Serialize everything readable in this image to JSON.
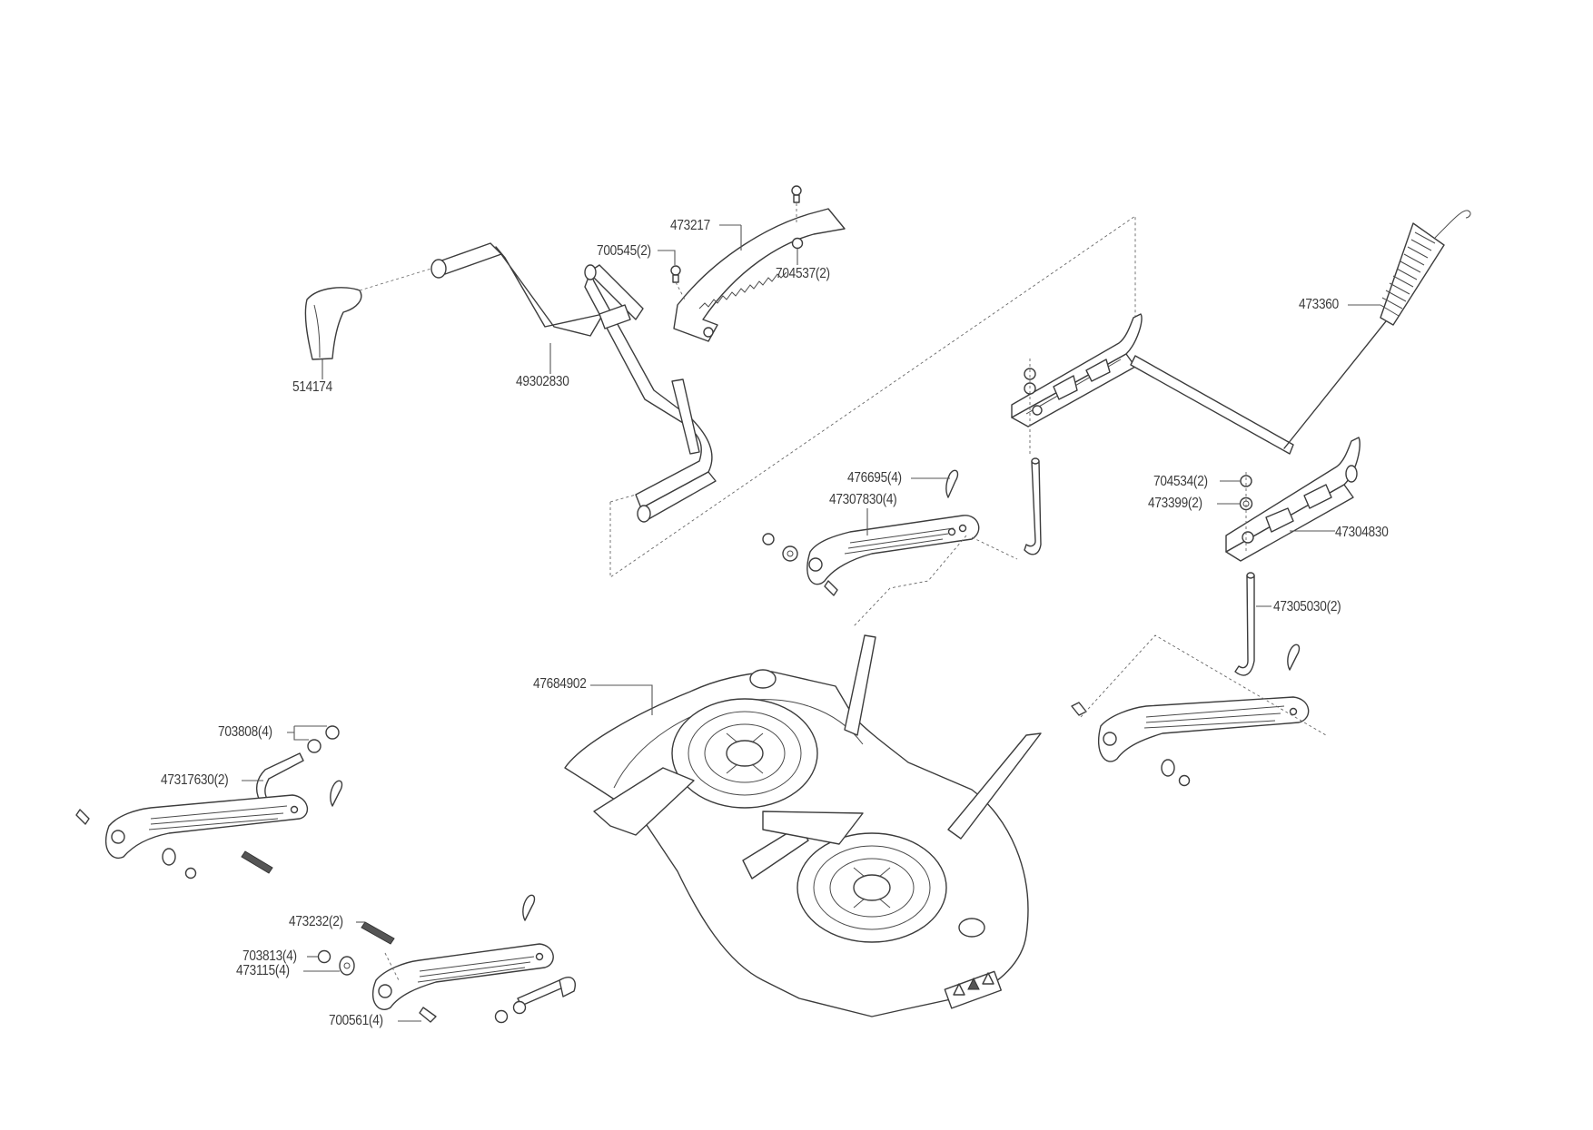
{
  "diagram": {
    "title": "Mower deck lift assembly - exploded parts view",
    "parts": [
      {
        "id": "514174",
        "label": "514174",
        "desc": "lever knob"
      },
      {
        "id": "49302830",
        "label": "49302830",
        "desc": "lift lever"
      },
      {
        "id": "473217",
        "label": "473217",
        "desc": "notched height quadrant"
      },
      {
        "id": "700545",
        "label": "700545(2)",
        "desc": "bolt"
      },
      {
        "id": "704537",
        "label": "704537(2)",
        "desc": "nut"
      },
      {
        "id": "473360",
        "label": "473360",
        "desc": "spring rod"
      },
      {
        "id": "476695",
        "label": "476695(4)",
        "desc": "hair pin clip"
      },
      {
        "id": "47307830",
        "label": "47307830(4)",
        "desc": "hanger link"
      },
      {
        "id": "704534",
        "label": "704534(2)",
        "desc": "nut"
      },
      {
        "id": "473399",
        "label": "473399(2)",
        "desc": "spacer"
      },
      {
        "id": "47304830",
        "label": "47304830",
        "desc": "lift shaft bracket"
      },
      {
        "id": "47305030",
        "label": "47305030(2)",
        "desc": "lift rod"
      },
      {
        "id": "47684902",
        "label": "47684902",
        "desc": "mower deck housing"
      },
      {
        "id": "703808",
        "label": "703808(4)",
        "desc": "nut"
      },
      {
        "id": "47317630",
        "label": "47317630(2)",
        "desc": "rear link rod"
      },
      {
        "id": "473232",
        "label": "473232(2)",
        "desc": "spring"
      },
      {
        "id": "703813",
        "label": "703813(4)",
        "desc": "nut"
      },
      {
        "id": "473115",
        "label": "473115(4)",
        "desc": "washer"
      },
      {
        "id": "700561",
        "label": "700561(4)",
        "desc": "bolt"
      }
    ],
    "warning_decals": [
      "warning-triangle",
      "warning-triangle",
      "warning-triangle"
    ],
    "colors": {
      "line": "#3c3c3c",
      "background": "#ffffff",
      "text": "#3a3a3a"
    }
  }
}
